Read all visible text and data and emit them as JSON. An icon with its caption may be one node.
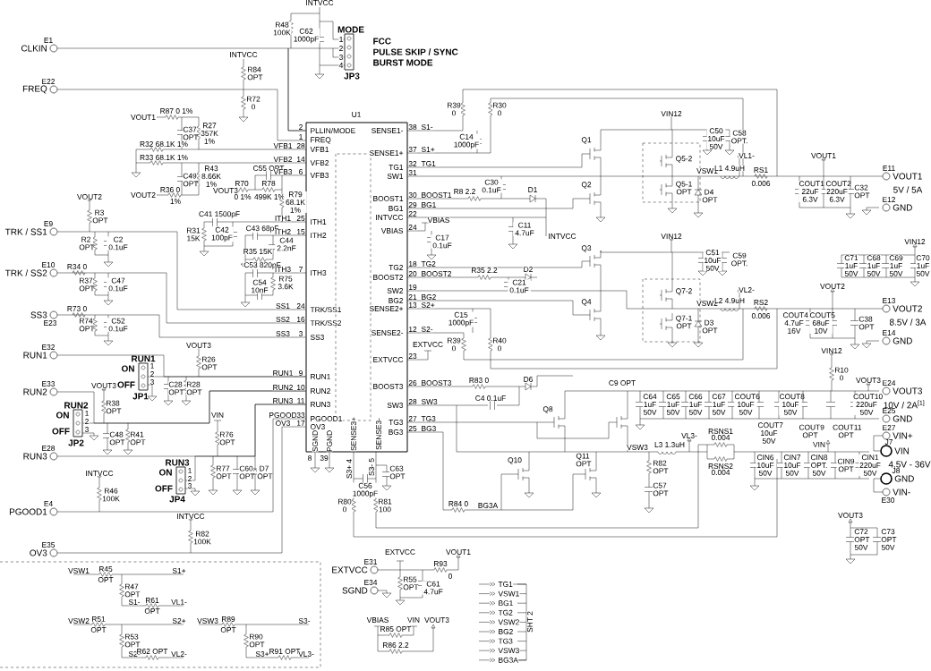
{
  "diagram": {
    "nodes": [
      {
        "text": [
          "U1"
        ]
      },
      {
        "text": [
          "MODE"
        ],
        "beside": [
          "FCC",
          "PULSE SKIP / SYNC",
          "BURST MODE",
          "JP3"
        ]
      },
      {
        "text": [
          "CLKIN"
        ],
        "beside": [
          "E1"
        ]
      },
      {
        "text": [
          "FREQ"
        ],
        "beside": [
          "E22"
        ]
      },
      {
        "text": [
          "TRK / SS1"
        ],
        "beside": [
          "E9"
        ]
      },
      {
        "text": [
          "TRK / SS2"
        ],
        "beside": [
          "E10"
        ]
      },
      {
        "text": [
          "SS3"
        ],
        "beside": [
          "E23"
        ]
      },
      {
        "text": [
          "RUN1"
        ],
        "beside": [
          "E32"
        ]
      },
      {
        "text": [
          "RUN1"
        ],
        "beside": [
          "ON",
          "OFF",
          "JP1"
        ]
      },
      {
        "text": [
          "RUN2"
        ],
        "beside": [
          "E33"
        ]
      },
      {
        "text": [
          "RUN2"
        ],
        "beside": [
          "ON",
          "OFF",
          "JP2"
        ]
      },
      {
        "text": [
          "RUN3"
        ],
        "beside": [
          "E28"
        ]
      },
      {
        "text": [
          "RUN3"
        ],
        "beside": [
          "ON",
          "OFF",
          "JP4"
        ]
      },
      {
        "text": [
          "PGOOD1"
        ],
        "beside": [
          "E4"
        ]
      },
      {
        "text": [
          "OV3"
        ],
        "beside": [
          "E35"
        ]
      },
      {
        "text": [
          "VOUT1"
        ],
        "beside": [
          "E11",
          "5V / 5A"
        ]
      },
      {
        "text": [
          "GND"
        ],
        "beside": [
          "E12"
        ]
      },
      {
        "text": [
          "VOUT2"
        ],
        "beside": [
          "E13",
          "8.5V / 3A"
        ]
      },
      {
        "text": [
          "GND"
        ],
        "beside": [
          "E14"
        ]
      },
      {
        "text": [
          "VOUT3"
        ],
        "beside": [
          "E24",
          "10V / 2A$^{[1]}$"
        ]
      },
      {
        "text": [
          "GND"
        ],
        "beside": [
          "E25"
        ]
      },
      {
        "text": [
          "VIN+"
        ],
        "beside": [
          "E27"
        ]
      },
      {
        "text": [
          "VIN"
        ],
        "beside": [
          "J7",
          "4.5V - 36V"
        ]
      },
      {
        "text": [
          "GND"
        ],
        "beside": [
          "J8"
        ]
      },
      {
        "text": [
          "VIN-"
        ],
        "beside": [
          "E30"
        ]
      },
      {
        "text": [
          "EXTVCC"
        ],
        "beside": [
          "E31"
        ]
      },
      {
        "text": [
          "SGND"
        ],
        "beside": [
          "E34"
        ]
      }
    ],
    "edges": [
      {
        "from": 2,
        "to": 0,
        "arrow": "none"
      },
      {
        "from": 1,
        "to": 0,
        "arrow": "none"
      },
      {
        "from": 3,
        "to": 0,
        "arrow": "none"
      },
      {
        "from": 4,
        "to": 0,
        "arrow": "none"
      },
      {
        "from": 5,
        "to": 0,
        "arrow": "none"
      },
      {
        "from": 6,
        "to": 0,
        "arrow": "none"
      },
      {
        "from": 7,
        "to": 0,
        "arrow": "none"
      },
      {
        "from": 8,
        "to": 0,
        "arrow": "none"
      },
      {
        "from": 9,
        "to": 0,
        "arrow": "none"
      },
      {
        "from": 10,
        "to": 0,
        "arrow": "none"
      },
      {
        "from": 11,
        "to": 0,
        "arrow": "none"
      },
      {
        "from": 12,
        "to": 0,
        "arrow": "none"
      },
      {
        "from": 13,
        "to": 0,
        "arrow": "none"
      },
      {
        "from": 14,
        "to": 0,
        "arrow": "none"
      },
      {
        "from": 21,
        "to": 22,
        "arrow": "none"
      },
      {
        "from": 24,
        "to": 23,
        "arrow": "none"
      },
      {
        "from": 0,
        "to": 15,
        "arrow": "none"
      },
      {
        "from": 0,
        "to": 17,
        "arrow": "none"
      }
    ],
    "labels": [
      "INTVCC",
      "R48 100K",
      "C62 1000pF",
      "1",
      "2",
      "3",
      "4",
      "INTVCC",
      "R84 OPT",
      "R72 0",
      "VOUT1",
      "R87 0 1%",
      "C37 OPT",
      "R27 357K 1%",
      "R32 68.1K 1%",
      "R33 68.1K 1%",
      "C49 OPT",
      "R43 8.66K 1%",
      "R36 0",
      "VOUT2",
      "1%",
      "C55 OPT",
      "VOUT3",
      "R70",
      "0 1%",
      "R78",
      "499K 1%",
      "R79 68.1K 1%",
      "C41 1500pF",
      "R31 15K",
      "C42 100pF",
      "C43 68pF",
      "C44 2.2nF",
      "R35 15K",
      "C53 820pF",
      "C54 10nF",
      "R75 3.6K",
      "VOUT2",
      "R3 OPT",
      "R2 OPT",
      "C2 0.1uF",
      "R34 0",
      "R37 OPT",
      "C47 0.1uF",
      "R73 0",
      "R74 OPT",
      "C52 0.1uF",
      "2",
      "1",
      "VFB1",
      "28",
      "VFB2",
      "14",
      "VFB3",
      "6",
      "ITH1",
      "25",
      "ITH2",
      "15",
      "ITH3",
      "7",
      "SS1",
      "24",
      "SS2",
      "16",
      "SS3",
      "3",
      "RUN1",
      "9",
      "RUN2",
      "10",
      "RUN3",
      "11",
      "PGOOD",
      "33",
      "OV3",
      "17",
      "PLLIN/MODE",
      "FREQ",
      "VFB1",
      "VFB2",
      "VFB3",
      "ITH1",
      "ITH2",
      "ITH3",
      "TRK/SS1",
      "TRK/SS2",
      "SS3",
      "RUN1",
      "RUN2",
      "RUN3",
      "PGOOD1",
      "OV3",
      "SGND",
      "PGND",
      "SENSE3+",
      "SENSE3-",
      "8",
      "39",
      "S3+ 4",
      "S3- 5",
      "SENSE1-",
      "SENSE1+",
      "TG1",
      "SW1",
      "BOOST1",
      "BG1",
      "INTVCC",
      "VBIAS",
      "TG2",
      "BOOST2",
      "SW2",
      "BG2",
      "SENSE2+",
      "SENSE2-",
      "EXTVCC",
      "BOOST3",
      "SW3",
      "TG3",
      "BG3",
      "38",
      "S1-",
      "37",
      "S1+",
      "32",
      "TG1",
      "31",
      "30",
      "BOOST1",
      "29",
      "BG1",
      "22",
      "24",
      "18",
      "TG2",
      "20",
      "BOOST2",
      "19",
      "21",
      "BG2",
      "13",
      "S2+",
      "12",
      "S2-",
      "23",
      "26",
      "BOOST3",
      "28",
      "SW3",
      "27",
      "TG3",
      "25",
      "BG3",
      "R39 0",
      "R30 0",
      "C14 1000pF",
      "R8 2.2",
      "C30 0.1uF",
      "D1",
      "Q1",
      "Q2",
      "C11 4.7uF",
      "INTVCC",
      "VBIAS",
      "C17 0.1uF",
      "R35 2.2",
      "D2",
      "C21 0.1uF",
      "C15 1000pF",
      "Q3",
      "Q4",
      "VIN12",
      "C50 10uF 50V",
      "C58 OPT.",
      "VL1-",
      "Q5-2",
      "Q5-1 OPT",
      "VSW1",
      "L1 4.9uH",
      "D4 OPT",
      "RS1",
      "0.006",
      "VOUT1",
      "COUT1 22uF 6.3V",
      "COUT2 220uF 6.3V",
      "C32 OPT",
      "VIN12",
      "C51 10uF 50V",
      "C59 OPT.",
      "Q7-2",
      "VL2-",
      "Q7-1 OPT",
      "VSW2",
      "L2 4.9uH",
      "D3 OPT",
      "RS2",
      "0.006",
      "VOUT2",
      "COUT4 4.7uF 16V",
      "COUT5 68uF 10V",
      "C38 OPT",
      "VIN12",
      "C71 1uF 50V",
      "C68 1uF 50V",
      "C69 1uF 50V",
      "C70 1uF 50V",
      "R39 0",
      "R40 0",
      "EXTVCC",
      "R83 0",
      "D6",
      "C4 0.1uF",
      "C9 OPT",
      "Q8",
      "Q10",
      "Q11 OPT",
      "R84 0",
      "BG3A",
      "VSW3",
      "L3 1.3uH",
      "VL3-",
      "RSNS1",
      "0.004",
      "RSNS2",
      "0.004",
      "R82 OPT",
      "C57 OPT",
      "VIN12",
      "R10 0",
      "VOUT3",
      "C64 1uF 50V",
      "C65 1uF 50V",
      "C66 1uF 50V",
      "C67 1uF 50V",
      "COUT6 10uF 50V",
      "COUT7 10uF 50V",
      "COUT8 10uF 50V",
      "COUT9 OPT",
      "COUT11 OPT",
      "COUT10 220uF 50V",
      "VIN",
      "CIN6 10uF 50V",
      "CIN7 10uF 50V",
      "CIN8 OPT. 50V",
      "CIN9 OPT",
      "CIN1 220uF 50V",
      "VOUT3",
      "C72 OPT 50V",
      "C73 OPT 50V",
      "C56 1000pF",
      "C63 OPT",
      "R80 0",
      "R81 100",
      "EXTVCC",
      "R93",
      "0",
      "VOUT1",
      "R55 OPT",
      "C61 4.7uF",
      "VBIAS",
      "VIN",
      "VOUT3",
      "R85 OPT",
      "R86 2.2",
      "TG1",
      "VSW1",
      "BG1",
      "TG2",
      "VSW2",
      "BG2",
      "TG3",
      "VSW3",
      "BG3A",
      "SHT 2",
      "VOUT3",
      "R26 OPT",
      "1",
      "2",
      "3",
      "C28 OPT",
      "R28 OPT",
      "VOUT3",
      "R38 OPT",
      "1",
      "2",
      "3",
      "C48 OPT",
      "R41 OPT",
      "VIN",
      "R76 OPT",
      "1",
      "2",
      "3",
      "R77 OPT",
      "C60 OPT",
      "D7 OPT",
      "INTVCC",
      "R46 100K",
      "INTVCC",
      "R82 100K",
      "VSW1",
      "R45",
      "OPT",
      "S1+",
      "R47 OPT",
      "S1-",
      "R61",
      "OPT",
      "VL1-",
      "VSW2",
      "R51",
      "OPT",
      "S2+",
      "R53 OPT",
      "S2-",
      "R62 OPT",
      "VL2-",
      "VSW3",
      "R89",
      "OPT",
      "S3-",
      "R90 OPT",
      "S3+",
      "R91 OPT",
      "VL3-"
    ]
  }
}
